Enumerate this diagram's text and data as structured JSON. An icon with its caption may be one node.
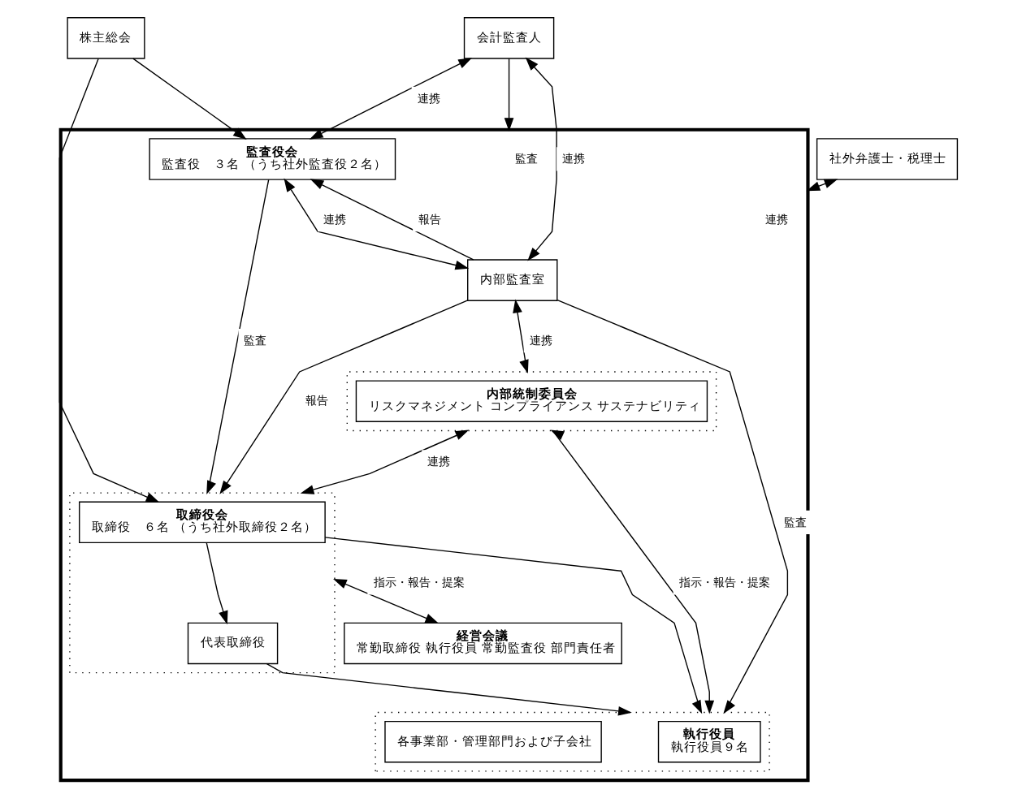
{
  "diagram": {
    "nodes": [
      {
        "text": [
          "株主総会"
        ]
      },
      {
        "text": [],
        "shape": "box"
      },
      {
        "text": [
          "監査役会",
          "監査役　３名 （うち社外監査役２名）"
        ],
        "in": 1
      },
      {
        "text": [],
        "shape": "box",
        "in": 1
      },
      {
        "text": [
          "取締役会",
          "取締役　６名 （うち社外取締役２名）"
        ],
        "in": 3
      },
      {
        "text": [
          "代表取締役"
        ],
        "in": 3
      },
      {
        "text": [
          "内部監査室"
        ],
        "in": 1
      },
      {
        "text": [
          "経営会議",
          "常勤取締役 執行役員 常勤監査役 部門責任者"
        ],
        "in": 1
      },
      {
        "text": [],
        "shape": "box",
        "in": 1
      },
      {
        "text": [
          "内部統制委員会",
          "リスクマネジメント コンプライアンス サステナビリティ"
        ],
        "in": 8
      },
      {
        "text": [
          "会計監査人"
        ]
      },
      {
        "text": [
          "社外弁護士・税理士"
        ]
      },
      {
        "text": [],
        "shape": "box",
        "in": 1
      },
      {
        "text": [
          "執行役員",
          "執行役員９名"
        ],
        "in": 12
      },
      {
        "text": [
          "各事業部・管理部門および子会社"
        ],
        "in": 12
      }
    ],
    "edges": [
      {
        "from": 0,
        "to": 2,
        "arrow": "to"
      },
      {
        "from": 0,
        "to": 4,
        "arrow": "to"
      },
      {
        "from": 10,
        "to": 2,
        "arrow": "both",
        "label": "連携"
      },
      {
        "from": 10,
        "to": 6,
        "arrow": "both",
        "label": "連携"
      },
      {
        "from": 10,
        "to": 1,
        "arrow": "to",
        "label": "監査"
      },
      {
        "from": 2,
        "to": 3,
        "arrow": "to",
        "label": "監査"
      },
      {
        "from": 2,
        "to": 6,
        "arrow": "both",
        "label": "連携"
      },
      {
        "from": 6,
        "to": 2,
        "arrow": "to",
        "label": "報告"
      },
      {
        "from": 6,
        "to": 3,
        "arrow": "to",
        "label": "報告"
      },
      {
        "from": 6,
        "to": 8,
        "arrow": "both",
        "label": "連携"
      },
      {
        "from": 8,
        "to": 3,
        "arrow": "both",
        "label": "連携"
      },
      {
        "from": 4,
        "to": 5,
        "arrow": "to"
      },
      {
        "from": 3,
        "to": 7,
        "arrow": "both",
        "label": "指示・報告・提案"
      },
      {
        "from": 5,
        "to": 12,
        "arrow": "to"
      },
      {
        "from": 4,
        "to": 12,
        "arrow": "to"
      },
      {
        "from": 6,
        "to": 12,
        "arrow": "to",
        "label": "監査"
      },
      {
        "from": 8,
        "to": 12,
        "arrow": "both",
        "label": "指示・報告・提案"
      },
      {
        "from": 11,
        "to": 1,
        "arrow": "both",
        "label": "連携"
      }
    ]
  }
}
